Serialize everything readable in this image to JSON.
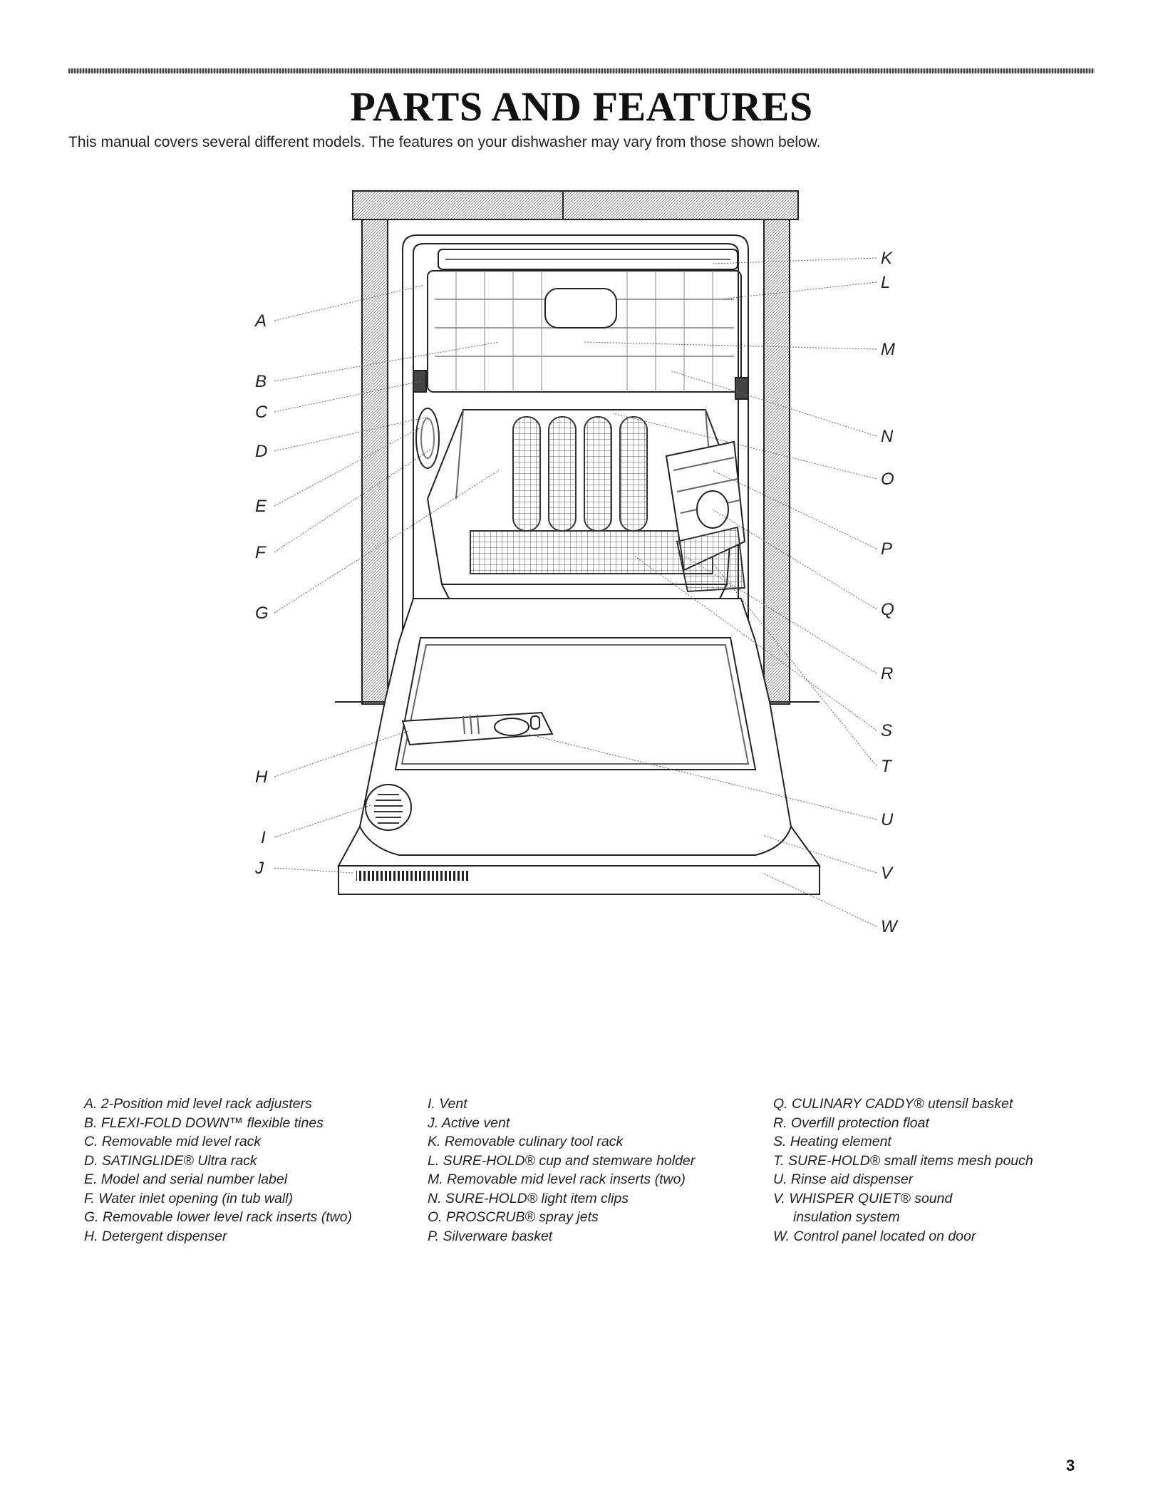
{
  "page": {
    "title": "PARTS AND FEATURES",
    "intro": "This manual covers several different models. The features on your dishwasher may vary from those shown below.",
    "page_number": "3"
  },
  "callouts": [
    "A",
    "B",
    "C",
    "D",
    "E",
    "F",
    "G",
    "H",
    "I",
    "J",
    "K",
    "L",
    "M",
    "N",
    "O",
    "P",
    "Q",
    "R",
    "S",
    "T",
    "U",
    "V",
    "W"
  ],
  "legend": {
    "col1": [
      "A. 2-Position mid level rack adjusters",
      "B. FLEXI-FOLD DOWN™ flexible tines",
      "C. Removable mid level rack",
      "D. SATINGLIDE® Ultra rack",
      "E. Model and serial number label",
      "F. Water inlet opening (in tub wall)",
      "G. Removable lower level rack inserts (two)",
      "H. Detergent dispenser"
    ],
    "col2": [
      "I. Vent",
      "J. Active vent",
      "K. Removable culinary tool rack",
      "L. SURE-HOLD® cup and stemware holder",
      "M. Removable mid level rack inserts (two)",
      "N. SURE-HOLD® light item clips",
      "O. PROSCRUB® spray jets",
      "P. Silverware basket"
    ],
    "col3": [
      "Q. CULINARY CADDY® utensil basket",
      "R. Overfill protection float",
      "S. Heating element",
      "T. SURE-HOLD® small items mesh pouch",
      "U. Rinse aid dispenser",
      "V. WHISPER QUIET® sound",
      "insulation system",
      "W. Control panel located on door"
    ]
  }
}
